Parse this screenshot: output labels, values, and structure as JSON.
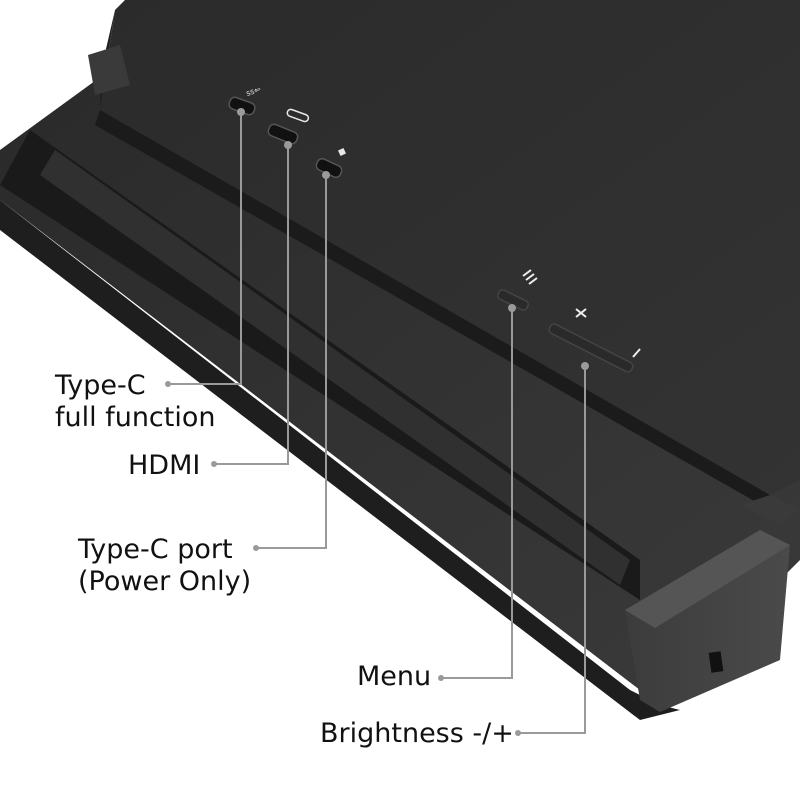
{
  "product": {
    "description": "Portable monitor with stand, side view showing ports and buttons",
    "colors": {
      "background": "#ffffff",
      "body": "#2e2e2e",
      "callout_line": "#9a9a9a",
      "label_text": "#111111"
    }
  },
  "port_symbols": {
    "usb_ss": "ss⇐",
    "hdmi": "⊂⊃",
    "power": "▮"
  },
  "button_symbols": {
    "menu": "≡",
    "plus": "+",
    "minus": "/"
  },
  "callouts": [
    {
      "id": "type-c-full",
      "line1": "Type-C",
      "line2": "full function"
    },
    {
      "id": "hdmi",
      "line1": "HDMI"
    },
    {
      "id": "type-c-power",
      "line1": "Type-C port",
      "line2": "(Power Only)"
    },
    {
      "id": "menu",
      "line1": "Menu"
    },
    {
      "id": "brightness",
      "line1": "Brightness -/+"
    }
  ]
}
